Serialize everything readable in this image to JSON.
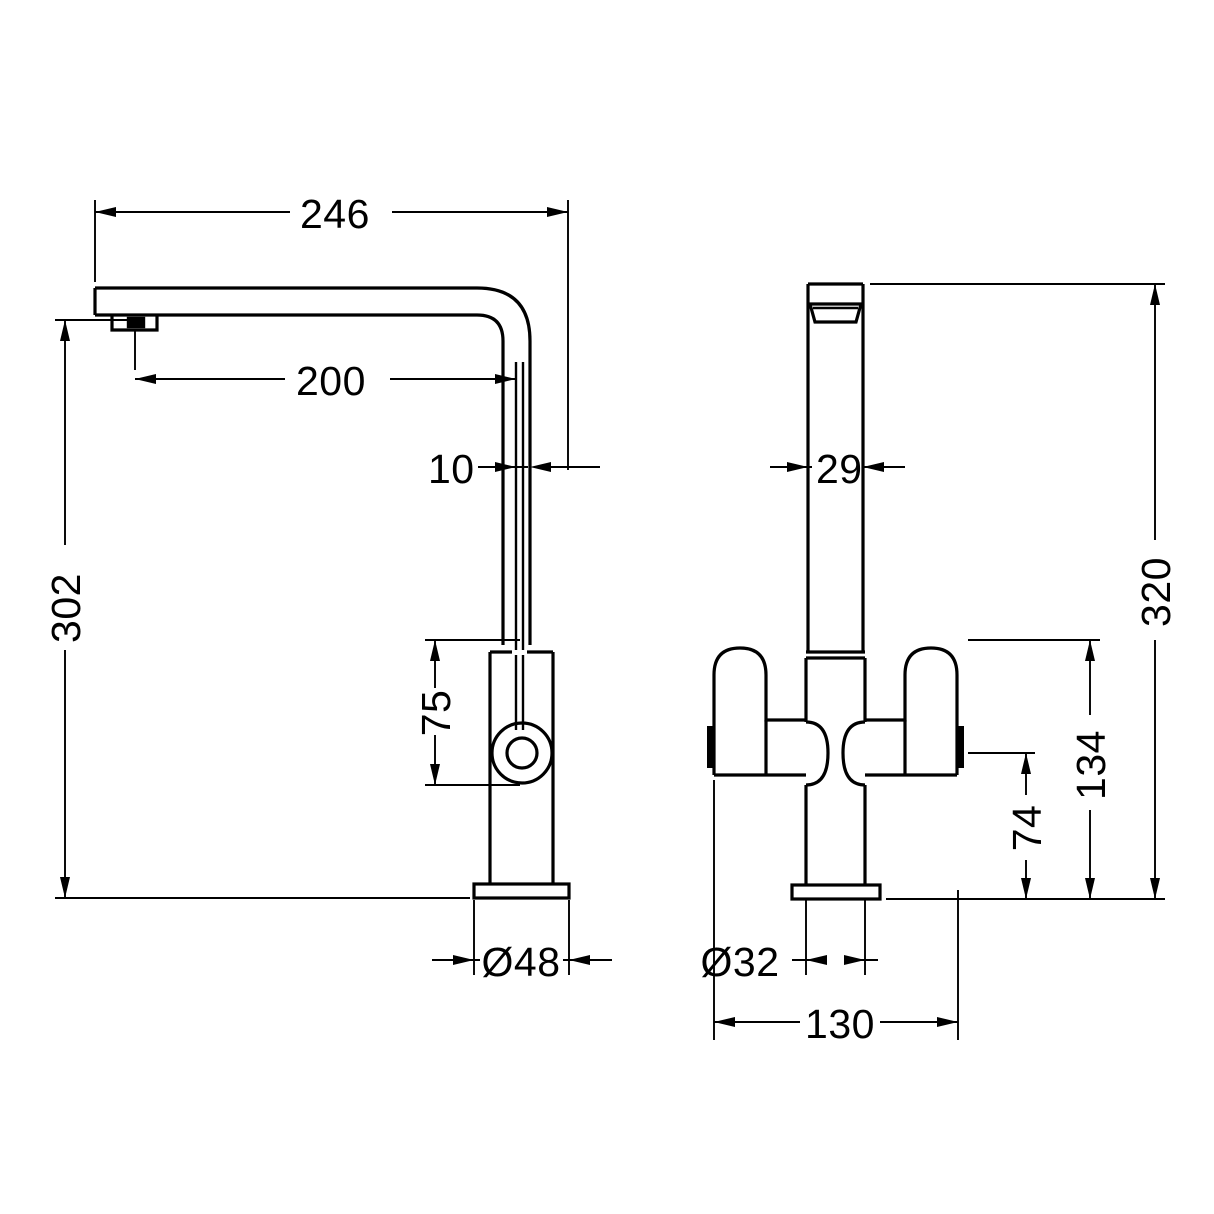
{
  "document": {
    "type": "technical-dimension-drawing",
    "subject": "Twin lever kitchen mixer tap",
    "units": "mm",
    "background_color": "#ffffff",
    "line_color": "#000000",
    "views": [
      {
        "id": "side-elevation",
        "name": "Side elevation (left view)"
      },
      {
        "id": "front-elevation",
        "name": "Front elevation (right view)"
      }
    ]
  },
  "dimensions": {
    "side": {
      "spout_overall_reach": "246",
      "spout_effective_reach": "200",
      "spout_tube_width": "10",
      "overall_height": "302",
      "handle_centre_height": "75",
      "base_diameter": "Ø48"
    },
    "front": {
      "spout_column_width": "29",
      "overall_height": "320",
      "handle_top_height": "134",
      "handle_centre_height": "74",
      "base_diameter": "Ø32",
      "handle_spread": "130"
    }
  },
  "labels": {
    "d246": "246",
    "d200": "200",
    "d10": "10",
    "d302": "302",
    "d75": "75",
    "d48": "Ø48",
    "d29": "29",
    "d320": "320",
    "d134": "134",
    "d74": "74",
    "d32": "Ø32",
    "d130": "130"
  }
}
